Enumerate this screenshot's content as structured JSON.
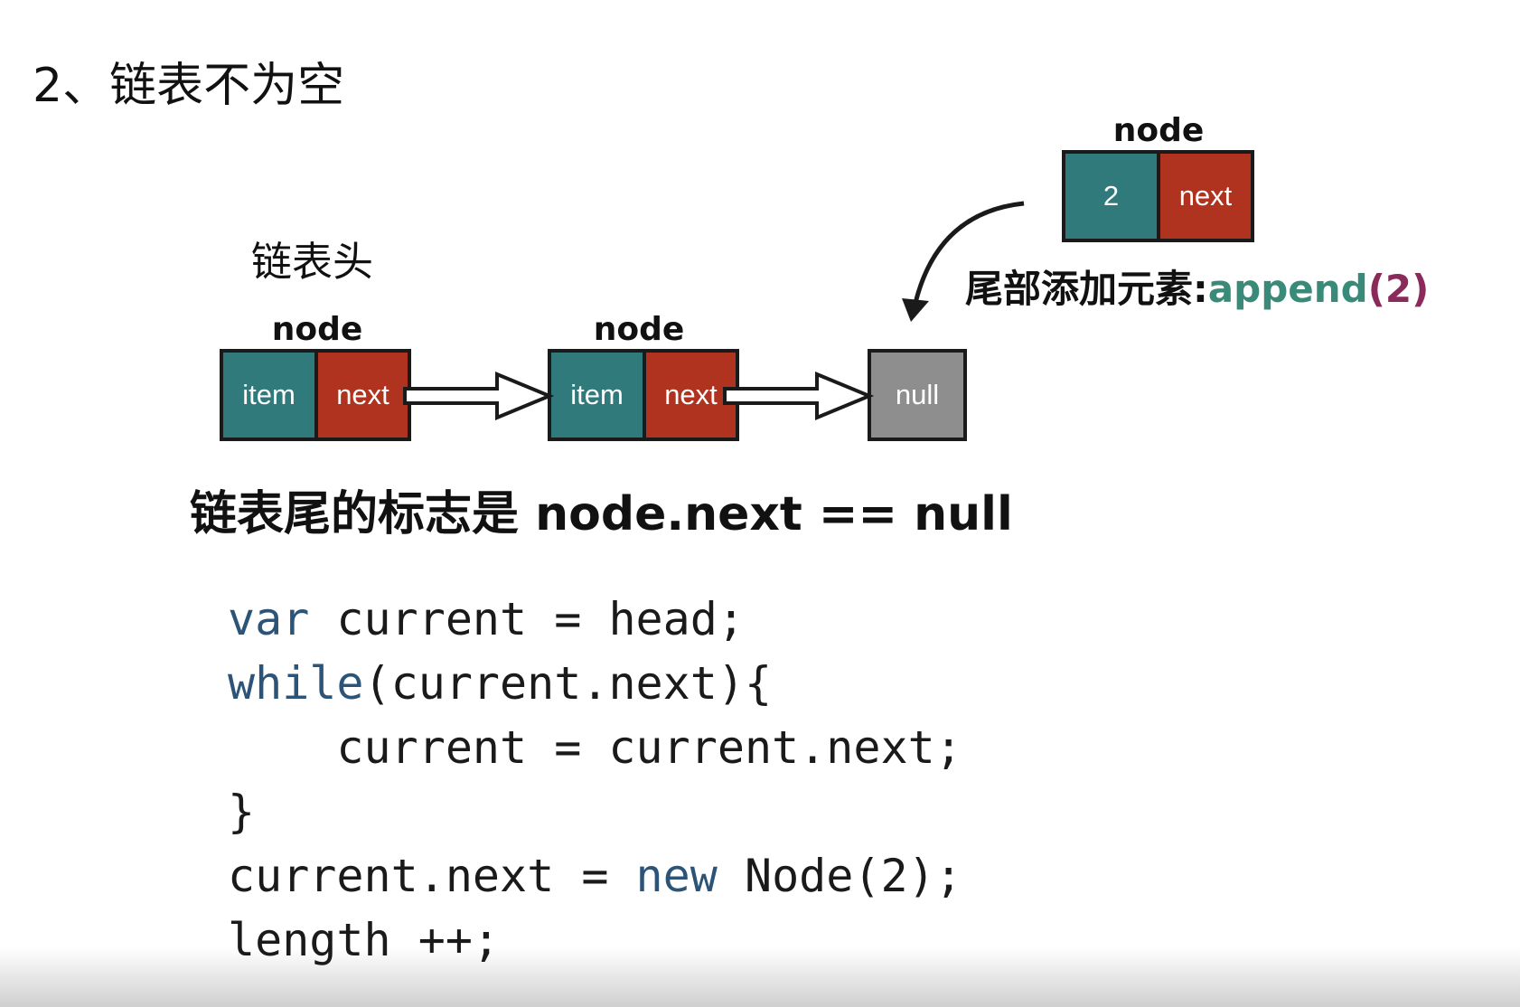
{
  "title": "2、链表不为空",
  "head_label": "链表头",
  "nodes": [
    {
      "label": "node",
      "item": "item",
      "next": "next"
    },
    {
      "label": "node",
      "item": "item",
      "next": "next"
    }
  ],
  "null_cell": "null",
  "new_node": {
    "label": "node",
    "value": "2",
    "next": "next"
  },
  "append": {
    "text": "尾部添加元素:",
    "fn": "append",
    "paren_open": "(",
    "arg": "2",
    "paren_close": ")"
  },
  "caption": "链表尾的标志是 node.next == null",
  "code": {
    "l1_kw": "var",
    "l1_rest": " current = head;",
    "l2_kw": "while",
    "l2_rest": "(current.next){",
    "l3": "    current = current.next;",
    "l4": "}",
    "l5_a": "current.next = ",
    "l5_kw": "new",
    "l5_b": " Node(2);",
    "l6": "length ++;"
  },
  "colors": {
    "item": "#317a7b",
    "next": "#b0331f",
    "null": "#8e8e8e",
    "keyword": "#2c5478"
  }
}
